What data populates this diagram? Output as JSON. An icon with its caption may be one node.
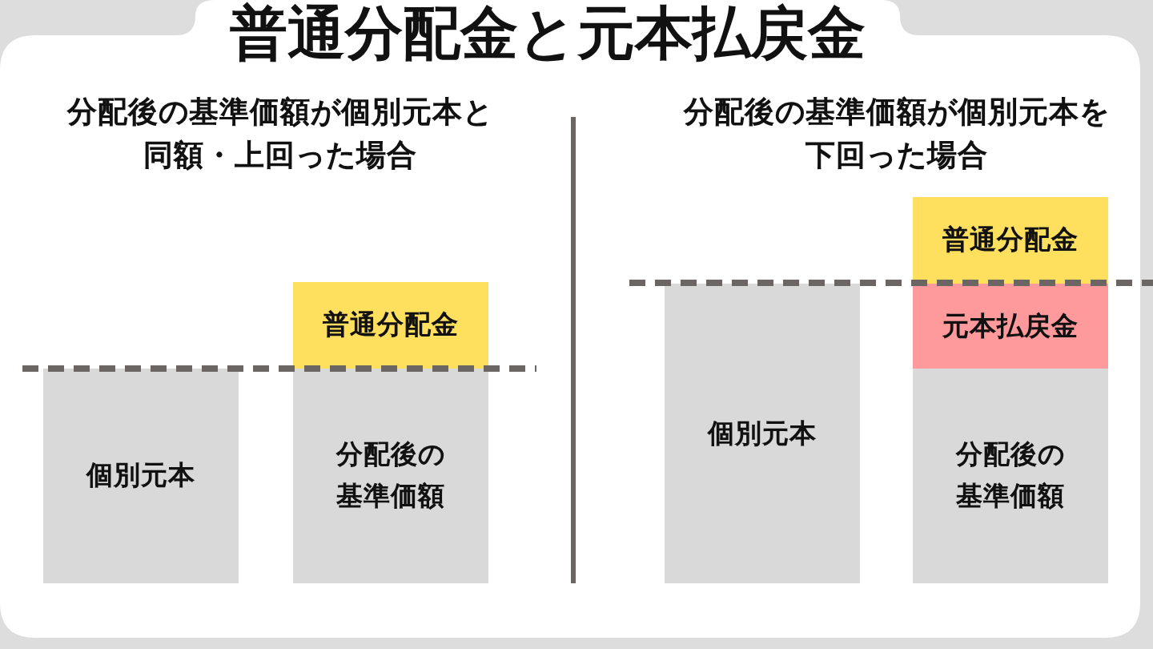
{
  "diagram": {
    "title": "普通分配金と元本払戻金",
    "nodes": [
      {
        "text": [
          "普通分配金"
        ]
      },
      {
        "text": [
          "個別元本"
        ]
      },
      {
        "text": [
          "分配後の基準価額"
        ]
      },
      {
        "text": [
          "普通分配金"
        ]
      },
      {
        "text": [
          "元本払戻金"
        ]
      },
      {
        "text": [
          "個別元本"
        ]
      },
      {
        "text": [
          "分配後の基準価額"
        ]
      }
    ],
    "labels": [
      "分配後の基準価額が個別元本と同額・上回った場合",
      "分配後の基準価額が個別元本を下回った場合"
    ]
  }
}
